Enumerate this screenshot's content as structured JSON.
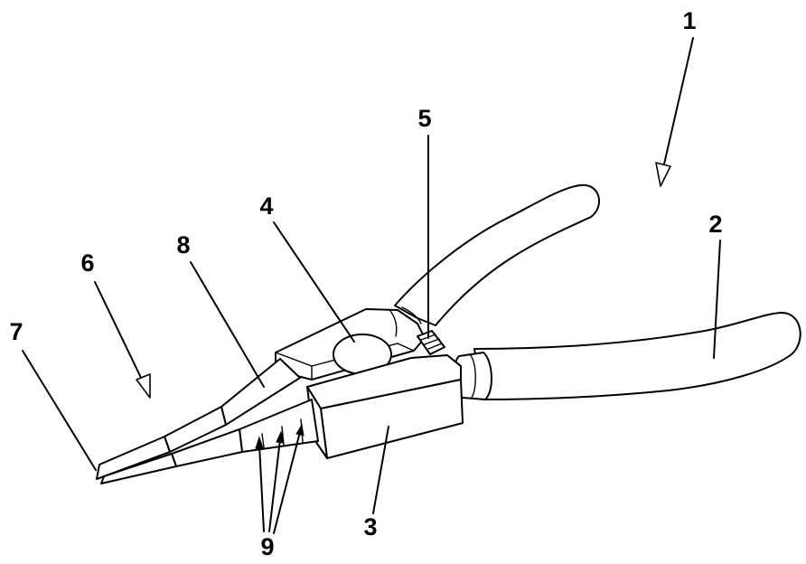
{
  "labels": {
    "pliers": "1",
    "handle": "2",
    "lower_block": "3",
    "circle": "4",
    "spring": "5",
    "tip_assembly": "6",
    "tip": "7",
    "upper_jaw": "8",
    "ridges": "9"
  },
  "colors": {
    "line": "#000000",
    "background": "#ffffff"
  }
}
